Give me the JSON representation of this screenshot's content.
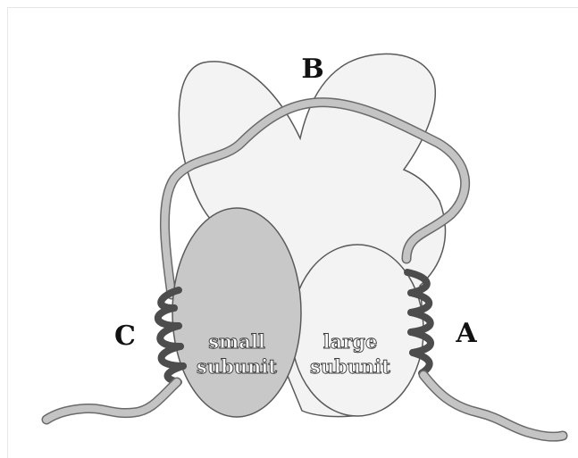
{
  "labels": {
    "a": "A",
    "b": "B",
    "c": "C"
  },
  "subunits": {
    "small": {
      "line1": "small",
      "line2": "subunit"
    },
    "large": {
      "line1": "large",
      "line2": "subunit"
    }
  },
  "colors": {
    "background": "#ffffff",
    "large_subunit_fill": "#f3f3f3",
    "small_subunit_fill": "#c8c8c8",
    "outline": "#5a5a5a",
    "mrna_strand": "#c2c2c2",
    "helix": "#505050"
  }
}
